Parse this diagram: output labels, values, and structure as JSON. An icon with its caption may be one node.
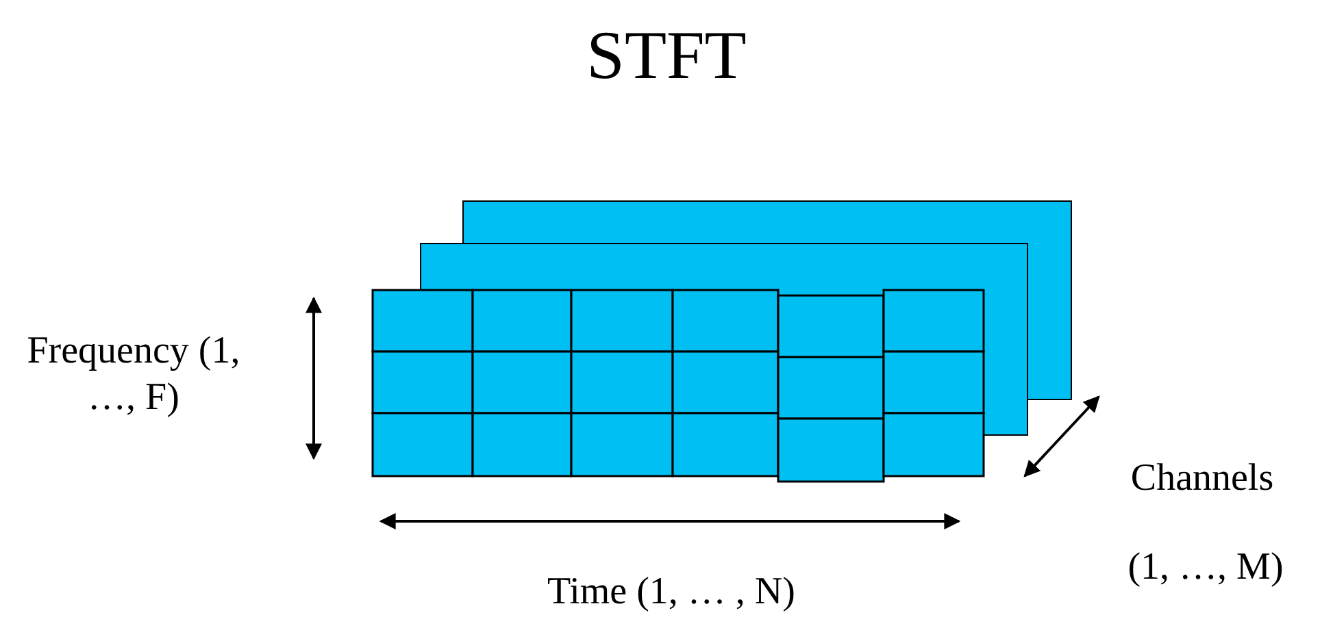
{
  "diagram": {
    "title": "STFT",
    "labels": [
      "Frequency (1, …, F)",
      "Time (1, … , N)",
      "Channels",
      "(1, …, M)"
    ]
  }
}
